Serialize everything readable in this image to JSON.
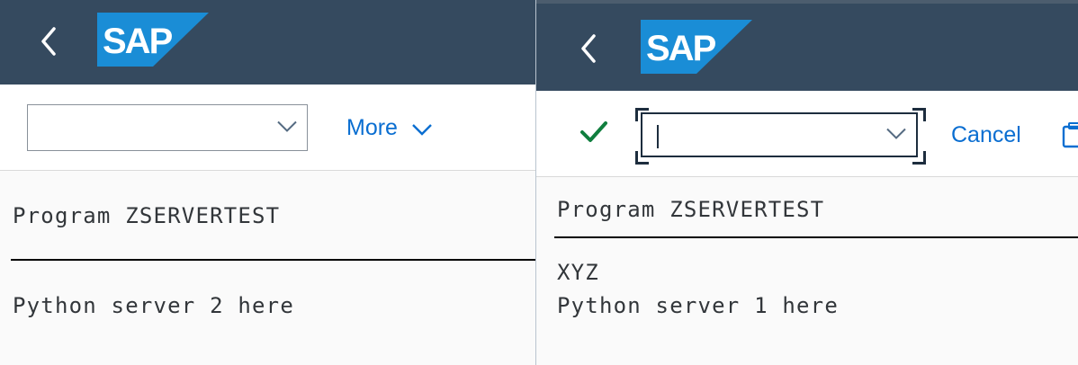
{
  "colors": {
    "shell_background": "#354a5f",
    "logo_blue": "#1a8dd6",
    "link_blue": "#0a6ed1",
    "check_green": "#107e3e",
    "content_background": "#fafafa",
    "text": "#32363a"
  },
  "left_pane": {
    "shell": {
      "logo_text": "SAP",
      "back_icon": "chevron-left-icon"
    },
    "toolbar": {
      "command_field_value": "",
      "command_field_icon": "chevron-down-icon",
      "more_label": "More",
      "more_icon": "chevron-down-icon"
    },
    "content": {
      "title_line": "Program ZSERVERTEST",
      "output_lines": [
        "Python server 2 here"
      ]
    }
  },
  "right_pane": {
    "shell": {
      "logo_text": "SAP",
      "back_icon": "chevron-left-icon"
    },
    "toolbar": {
      "enter_icon": "checkmark-icon",
      "command_field_value": "",
      "command_field_icon": "chevron-down-icon",
      "cancel_label": "Cancel",
      "clipped_icon": "clipboard-icon"
    },
    "content": {
      "title_line": "Program ZSERVERTEST",
      "output_lines": [
        "XYZ",
        "Python server 1 here"
      ]
    }
  }
}
